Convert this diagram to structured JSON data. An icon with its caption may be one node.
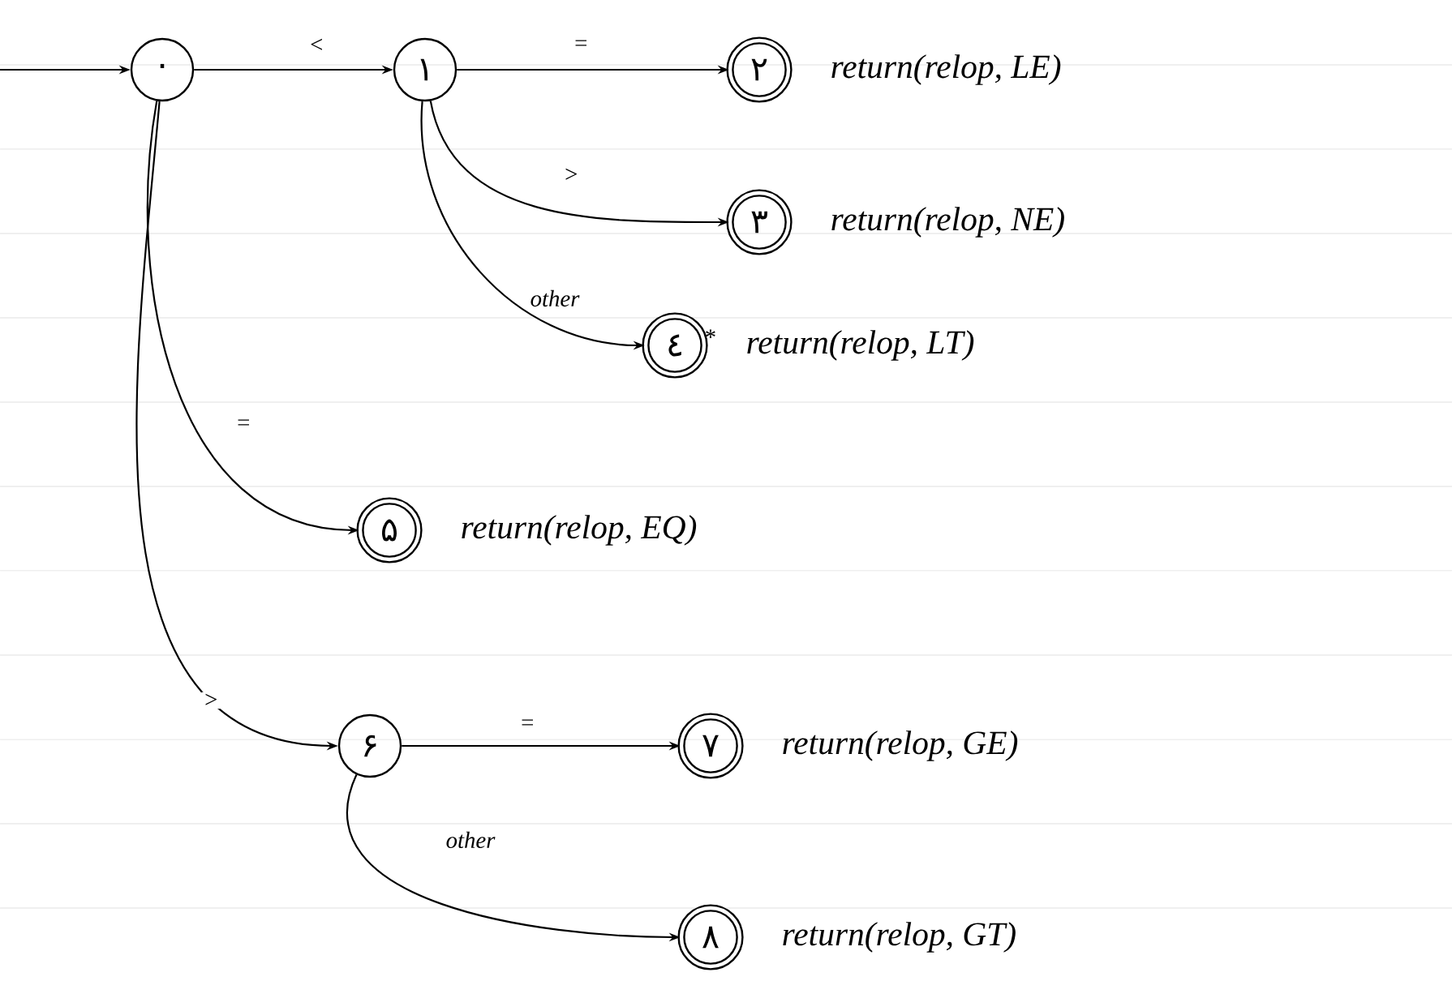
{
  "diagram": {
    "nodes": [
      {
        "text": [
          "۰"
        ]
      },
      {
        "text": [
          "۱"
        ]
      },
      {
        "text": [
          "۲"
        ],
        "beside": [
          "return(relop, LE)"
        ]
      },
      {
        "text": [
          "۳"
        ],
        "beside": [
          "return(relop, NE)"
        ]
      },
      {
        "text": [
          "٤"
        ],
        "beside": [
          "*",
          "return(relop, LT)"
        ]
      },
      {
        "text": [
          "۵"
        ],
        "beside": [
          "return(relop, EQ)"
        ]
      },
      {
        "text": [
          "۶"
        ]
      },
      {
        "text": [
          "۷"
        ],
        "beside": [
          "return(relop, GE)"
        ]
      },
      {
        "text": [
          "۸"
        ],
        "beside": [
          "return(relop, GT)"
        ]
      }
    ],
    "edges": [
      {
        "from": null,
        "to": 0,
        "arrow": "to"
      },
      {
        "from": 0,
        "to": 1,
        "arrow": "to",
        "label": "<"
      },
      {
        "from": 1,
        "to": 2,
        "arrow": "to",
        "label": "="
      },
      {
        "from": 1,
        "to": 3,
        "arrow": "to",
        "label": ">"
      },
      {
        "from": 1,
        "to": 4,
        "arrow": "to",
        "label": "other"
      },
      {
        "from": 0,
        "to": 5,
        "arrow": "to",
        "label": "="
      },
      {
        "from": 0,
        "to": 6,
        "arrow": "to",
        "label": ">"
      },
      {
        "from": 6,
        "to": 7,
        "arrow": "to",
        "label": "="
      },
      {
        "from": 6,
        "to": 8,
        "arrow": "to",
        "label": "other"
      }
    ]
  }
}
